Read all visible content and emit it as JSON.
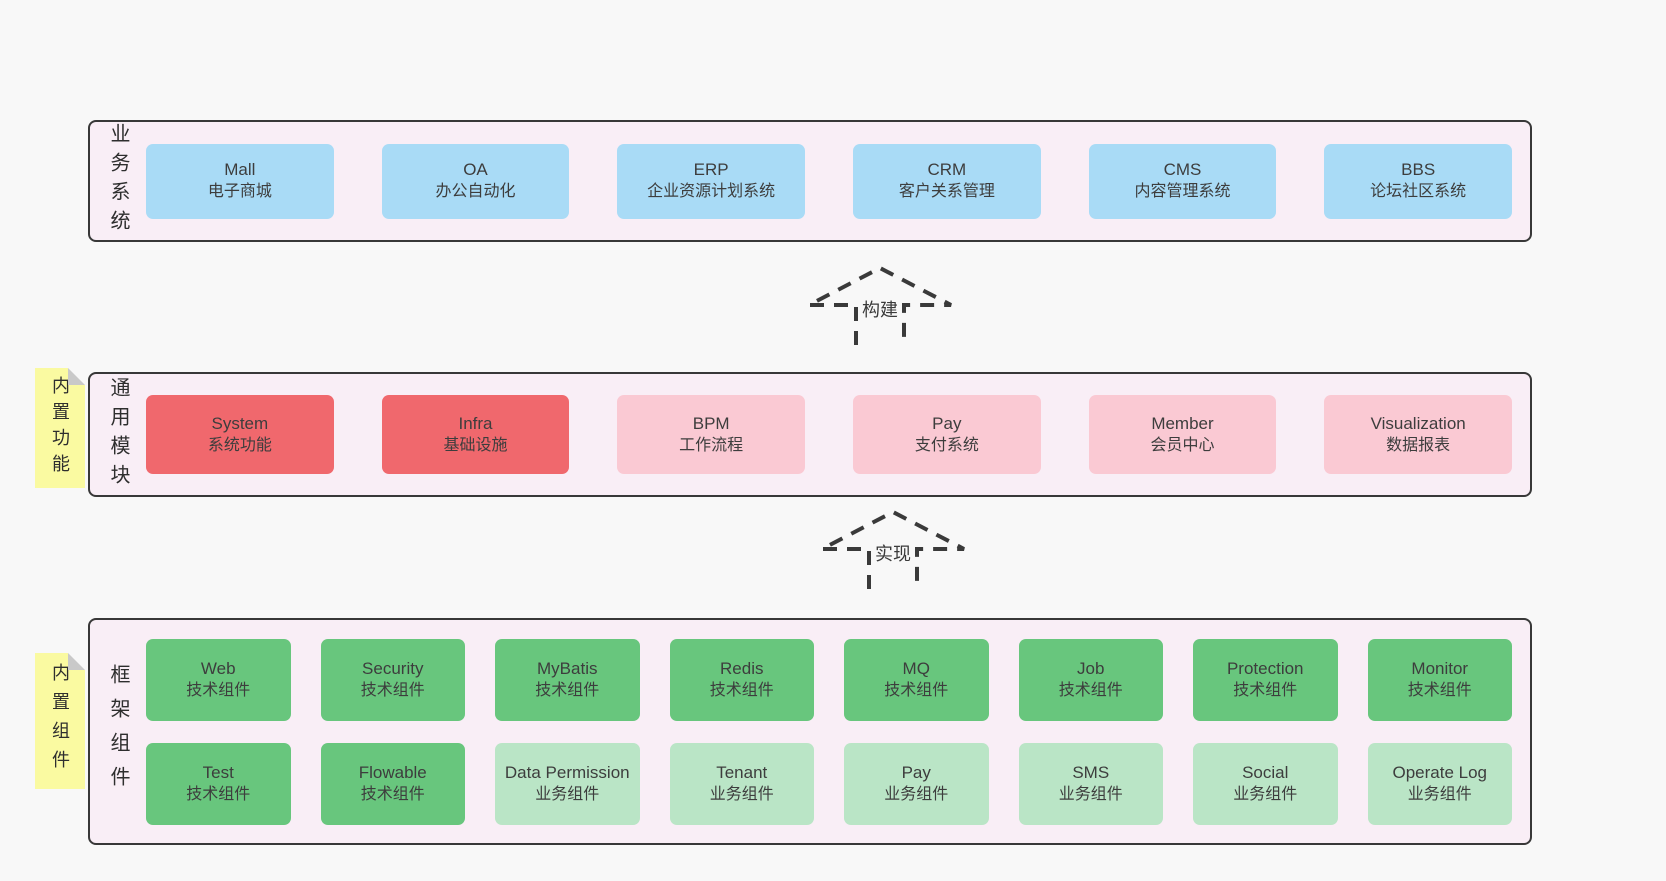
{
  "colors": {
    "page_bg": "#f8f8f8",
    "layer_bg": "#f9eef6",
    "line": "#383838",
    "text": "#3d3d3d",
    "blue": "#a9dbf6",
    "red": "#f0686d",
    "pink": "#fac9d3",
    "green": "#68c67d",
    "green_light": "#bae5c6",
    "yellow": "#fafaa1",
    "fold": "#c9c9c9"
  },
  "arrows": [
    {
      "label": "构建"
    },
    {
      "label": "实现"
    }
  ],
  "layers": [
    {
      "label": "业务系统",
      "rows": [
        [
          {
            "en": "Mall",
            "zh": "电子商城"
          },
          {
            "en": "OA",
            "zh": "办公自动化"
          },
          {
            "en": "ERP",
            "zh": "企业资源计划系统"
          },
          {
            "en": "CRM",
            "zh": "客户关系管理"
          },
          {
            "en": "CMS",
            "zh": "内容管理系统"
          },
          {
            "en": "BBS",
            "zh": "论坛社区系统"
          }
        ]
      ]
    },
    {
      "label": "通用模块",
      "sticky": "内置功能",
      "rows": [
        [
          {
            "en": "System",
            "zh": "系统功能"
          },
          {
            "en": "Infra",
            "zh": "基础设施"
          },
          {
            "en": "BPM",
            "zh": "工作流程"
          },
          {
            "en": "Pay",
            "zh": "支付系统"
          },
          {
            "en": "Member",
            "zh": "会员中心"
          },
          {
            "en": "Visualization",
            "zh": "数据报表"
          }
        ]
      ]
    },
    {
      "label": "框架组件",
      "sticky": "内置组件",
      "rows": [
        [
          {
            "en": "Web",
            "zh": "技术组件"
          },
          {
            "en": "Security",
            "zh": "技术组件"
          },
          {
            "en": "MyBatis",
            "zh": "技术组件"
          },
          {
            "en": "Redis",
            "zh": "技术组件"
          },
          {
            "en": "MQ",
            "zh": "技术组件"
          },
          {
            "en": "Job",
            "zh": "技术组件"
          },
          {
            "en": "Protection",
            "zh": "技术组件"
          },
          {
            "en": "Monitor",
            "zh": "技术组件"
          }
        ],
        [
          {
            "en": "Test",
            "zh": "技术组件"
          },
          {
            "en": "Flowable",
            "zh": "技术组件"
          },
          {
            "en": "Data Permission",
            "zh": "业务组件"
          },
          {
            "en": "Tenant",
            "zh": "业务组件"
          },
          {
            "en": "Pay",
            "zh": "业务组件"
          },
          {
            "en": "SMS",
            "zh": "业务组件"
          },
          {
            "en": "Social",
            "zh": "业务组件"
          },
          {
            "en": "Operate Log",
            "zh": "业务组件"
          }
        ]
      ]
    }
  ]
}
